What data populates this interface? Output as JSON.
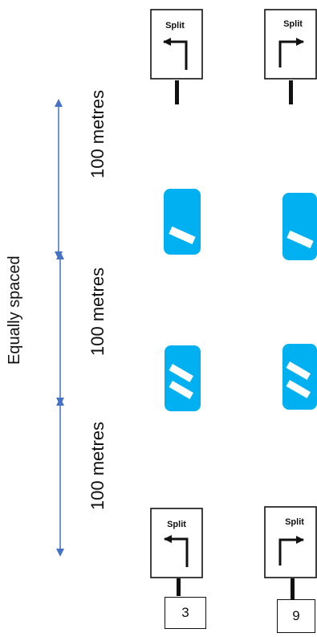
{
  "diagram": {
    "caption": "Equally spaced",
    "distance_labels": [
      "100 metres",
      "100 metres",
      "100 metres"
    ],
    "sign_text": "Split",
    "post_numbers": [
      "3",
      "9"
    ],
    "colors": {
      "marker_blue": "#00b0f0",
      "arrow_line": "#4472c4",
      "ink": "#111111"
    },
    "signs": [
      {
        "row": "top",
        "column": "left",
        "arrow": "left-turn-arrow"
      },
      {
        "row": "top",
        "column": "right",
        "arrow": "right-turn-arrow"
      },
      {
        "row": "bottom",
        "column": "left",
        "arrow": "left-turn-arrow"
      },
      {
        "row": "bottom",
        "column": "right",
        "arrow": "right-turn-arrow"
      }
    ],
    "markers": [
      {
        "column": "left",
        "stripes": 1
      },
      {
        "column": "right",
        "stripes": 1
      },
      {
        "column": "left",
        "stripes": 2
      },
      {
        "column": "right",
        "stripes": 2
      }
    ]
  }
}
